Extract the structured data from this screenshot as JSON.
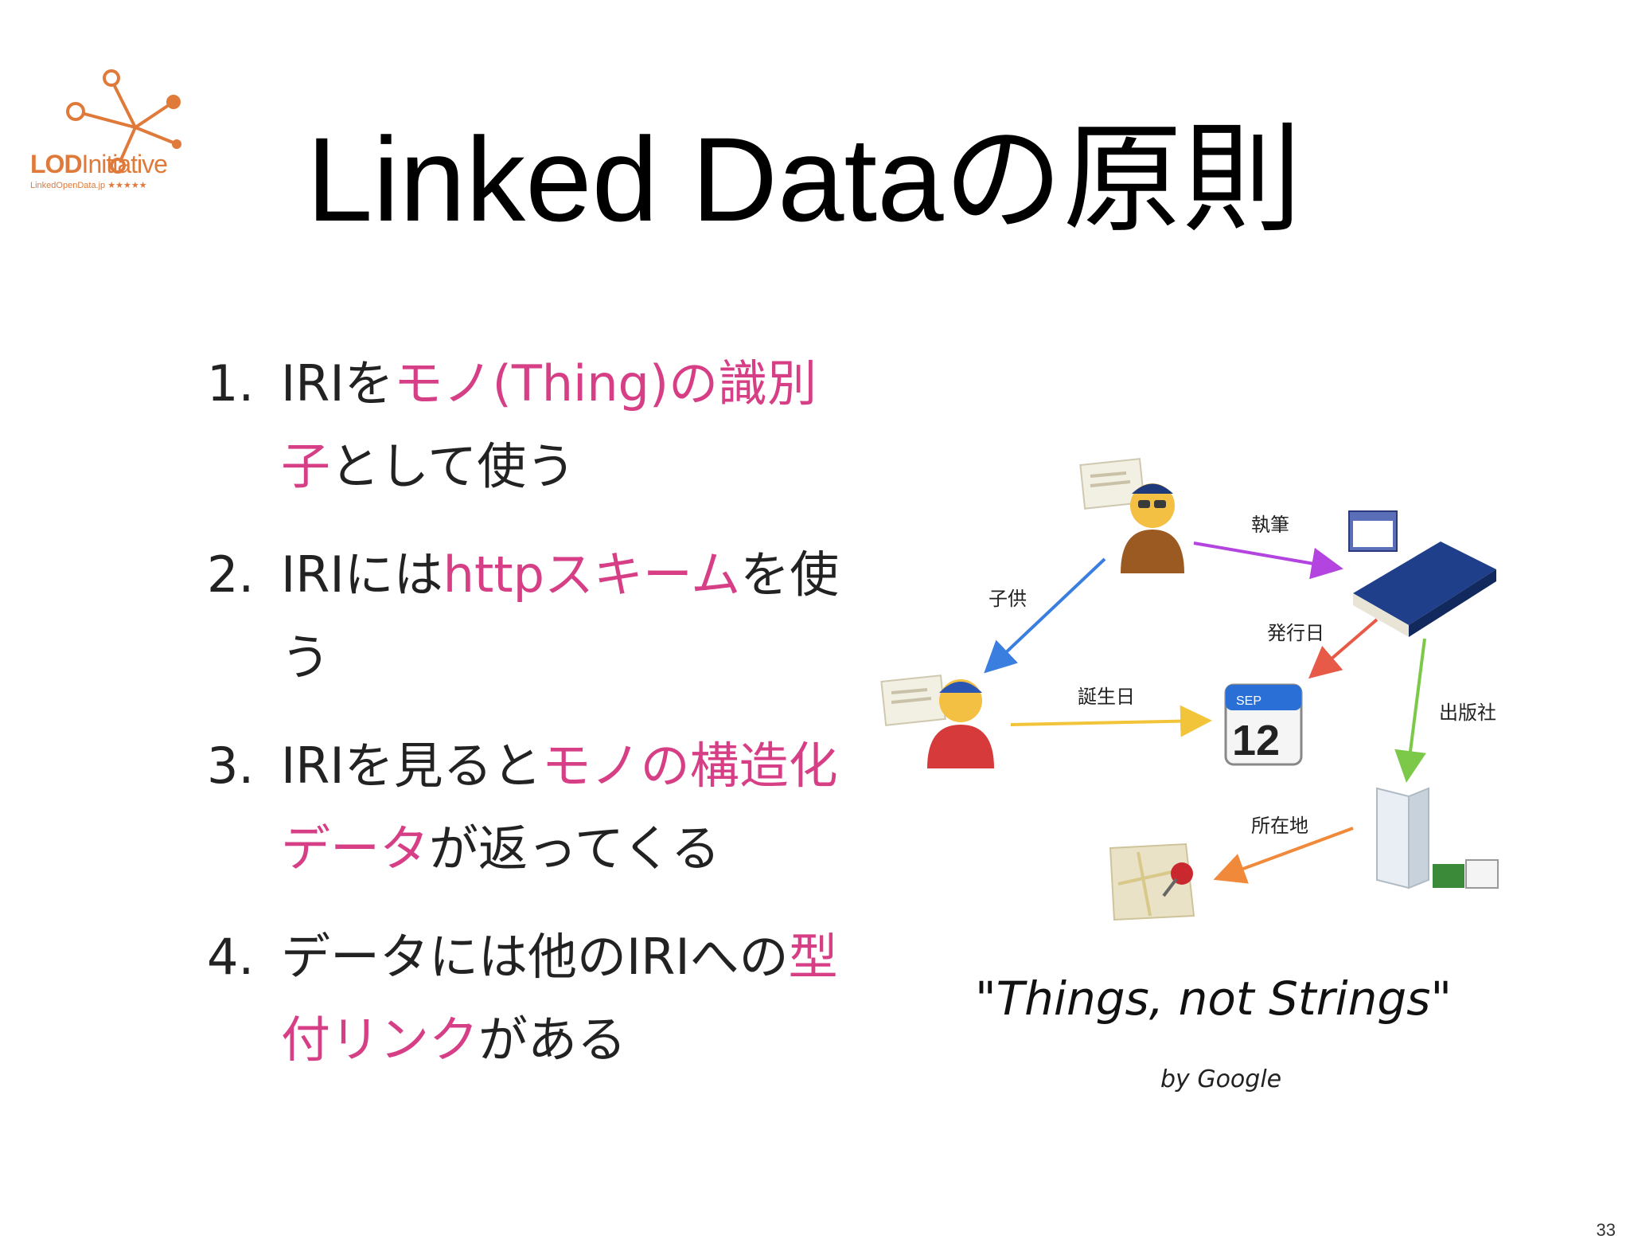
{
  "logo": {
    "brand_bold": "LOD",
    "brand_light": "Initiative",
    "subtitle": "LinkedOpenData.jp",
    "stars": "★★★★★",
    "accent": "#e07a3a"
  },
  "slide": {
    "title": "Linked Dataの原則",
    "page_number": "33",
    "accent_pink": "#d63f86"
  },
  "principles": [
    {
      "number": "1.",
      "parts": [
        {
          "text": "IRIを",
          "pink": false
        },
        {
          "text": "モノ(Thing)の識別子",
          "pink": true
        },
        {
          "text": "として使う",
          "pink": false
        }
      ]
    },
    {
      "number": "2.",
      "parts": [
        {
          "text": "IRIには",
          "pink": false
        },
        {
          "text": "httpスキーム",
          "pink": true
        },
        {
          "text": "を使う",
          "pink": false
        }
      ]
    },
    {
      "number": "3.",
      "parts": [
        {
          "text": "IRIを見ると",
          "pink": false
        },
        {
          "text": "モノの構造化データ",
          "pink": true
        },
        {
          "text": "が返ってくる",
          "pink": false
        }
      ]
    },
    {
      "number": "4.",
      "parts": [
        {
          "text": "データには他のIRIへの",
          "pink": false
        },
        {
          "text": "型付リンク",
          "pink": true
        },
        {
          "text": "がある",
          "pink": false
        }
      ]
    }
  ],
  "diagram": {
    "edges": [
      {
        "label": "執筆",
        "color": "#b344e0"
      },
      {
        "label": "子供",
        "color": "#3a7fe0"
      },
      {
        "label": "発行日",
        "color": "#e85a48"
      },
      {
        "label": "誕生日",
        "color": "#f2c43a"
      },
      {
        "label": "出版社",
        "color": "#7cc94a"
      },
      {
        "label": "所在地",
        "color": "#f08a3a"
      }
    ],
    "calendar_month": "SEP",
    "calendar_day": "12"
  },
  "quote": "\"Things, not Strings\"",
  "attribution": "by Google"
}
